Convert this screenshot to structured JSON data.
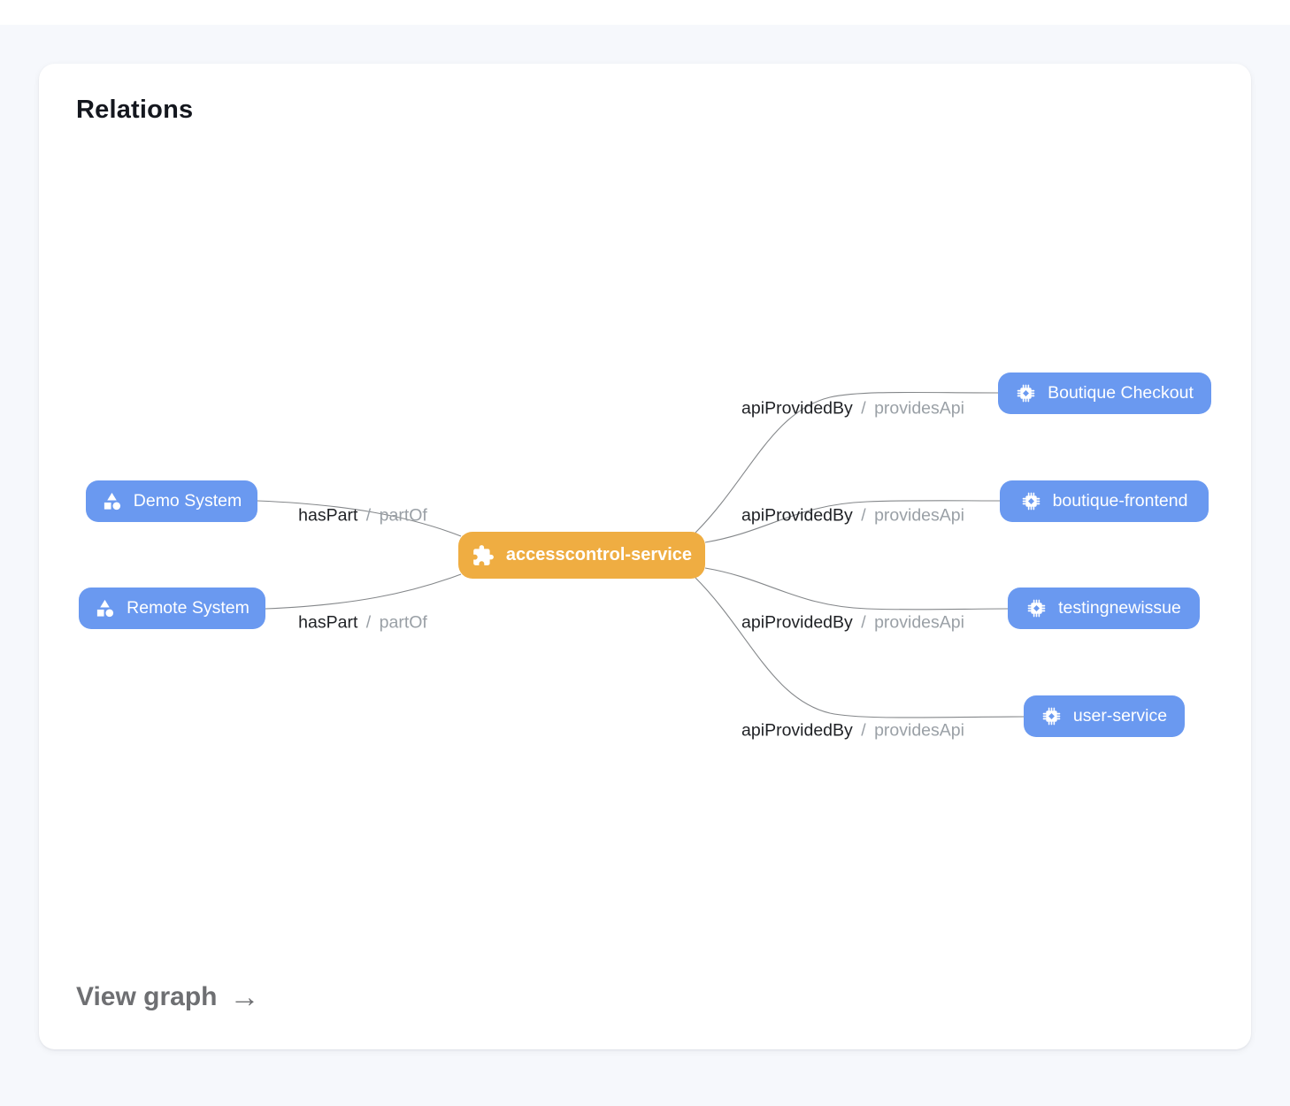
{
  "card": {
    "title": "Relations",
    "footer_link_label": "View graph",
    "footer_arrow": "→"
  },
  "colors": {
    "page_bg": "#f6f8fc",
    "card_bg": "#ffffff",
    "node_blue": "#6a99f0",
    "node_orange": "#efad42",
    "edge_line": "#6f7276",
    "label_primary": "#1f2125",
    "label_secondary": "#9aa0a6"
  },
  "graph": {
    "separator": "/",
    "nodes": [
      {
        "id": "demo-system",
        "label": "Demo System",
        "kind": "system"
      },
      {
        "id": "remote-system",
        "label": "Remote System",
        "kind": "system"
      },
      {
        "id": "accesscontrol-service",
        "label": "accesscontrol-service",
        "kind": "component"
      },
      {
        "id": "boutique-checkout",
        "label": "Boutique Checkout",
        "kind": "api"
      },
      {
        "id": "boutique-frontend",
        "label": "boutique-frontend",
        "kind": "api"
      },
      {
        "id": "testingnewissue",
        "label": "testingnewissue",
        "kind": "api"
      },
      {
        "id": "user-service",
        "label": "user-service",
        "kind": "api"
      }
    ],
    "edges": [
      {
        "from": "demo-system",
        "to": "accesscontrol-service",
        "relation": "hasPart",
        "inverse": "partOf"
      },
      {
        "from": "remote-system",
        "to": "accesscontrol-service",
        "relation": "hasPart",
        "inverse": "partOf"
      },
      {
        "from": "accesscontrol-service",
        "to": "boutique-checkout",
        "relation": "apiProvidedBy",
        "inverse": "providesApi"
      },
      {
        "from": "accesscontrol-service",
        "to": "boutique-frontend",
        "relation": "apiProvidedBy",
        "inverse": "providesApi"
      },
      {
        "from": "accesscontrol-service",
        "to": "testingnewissue",
        "relation": "apiProvidedBy",
        "inverse": "providesApi"
      },
      {
        "from": "accesscontrol-service",
        "to": "user-service",
        "relation": "apiProvidedBy",
        "inverse": "providesApi"
      }
    ]
  }
}
